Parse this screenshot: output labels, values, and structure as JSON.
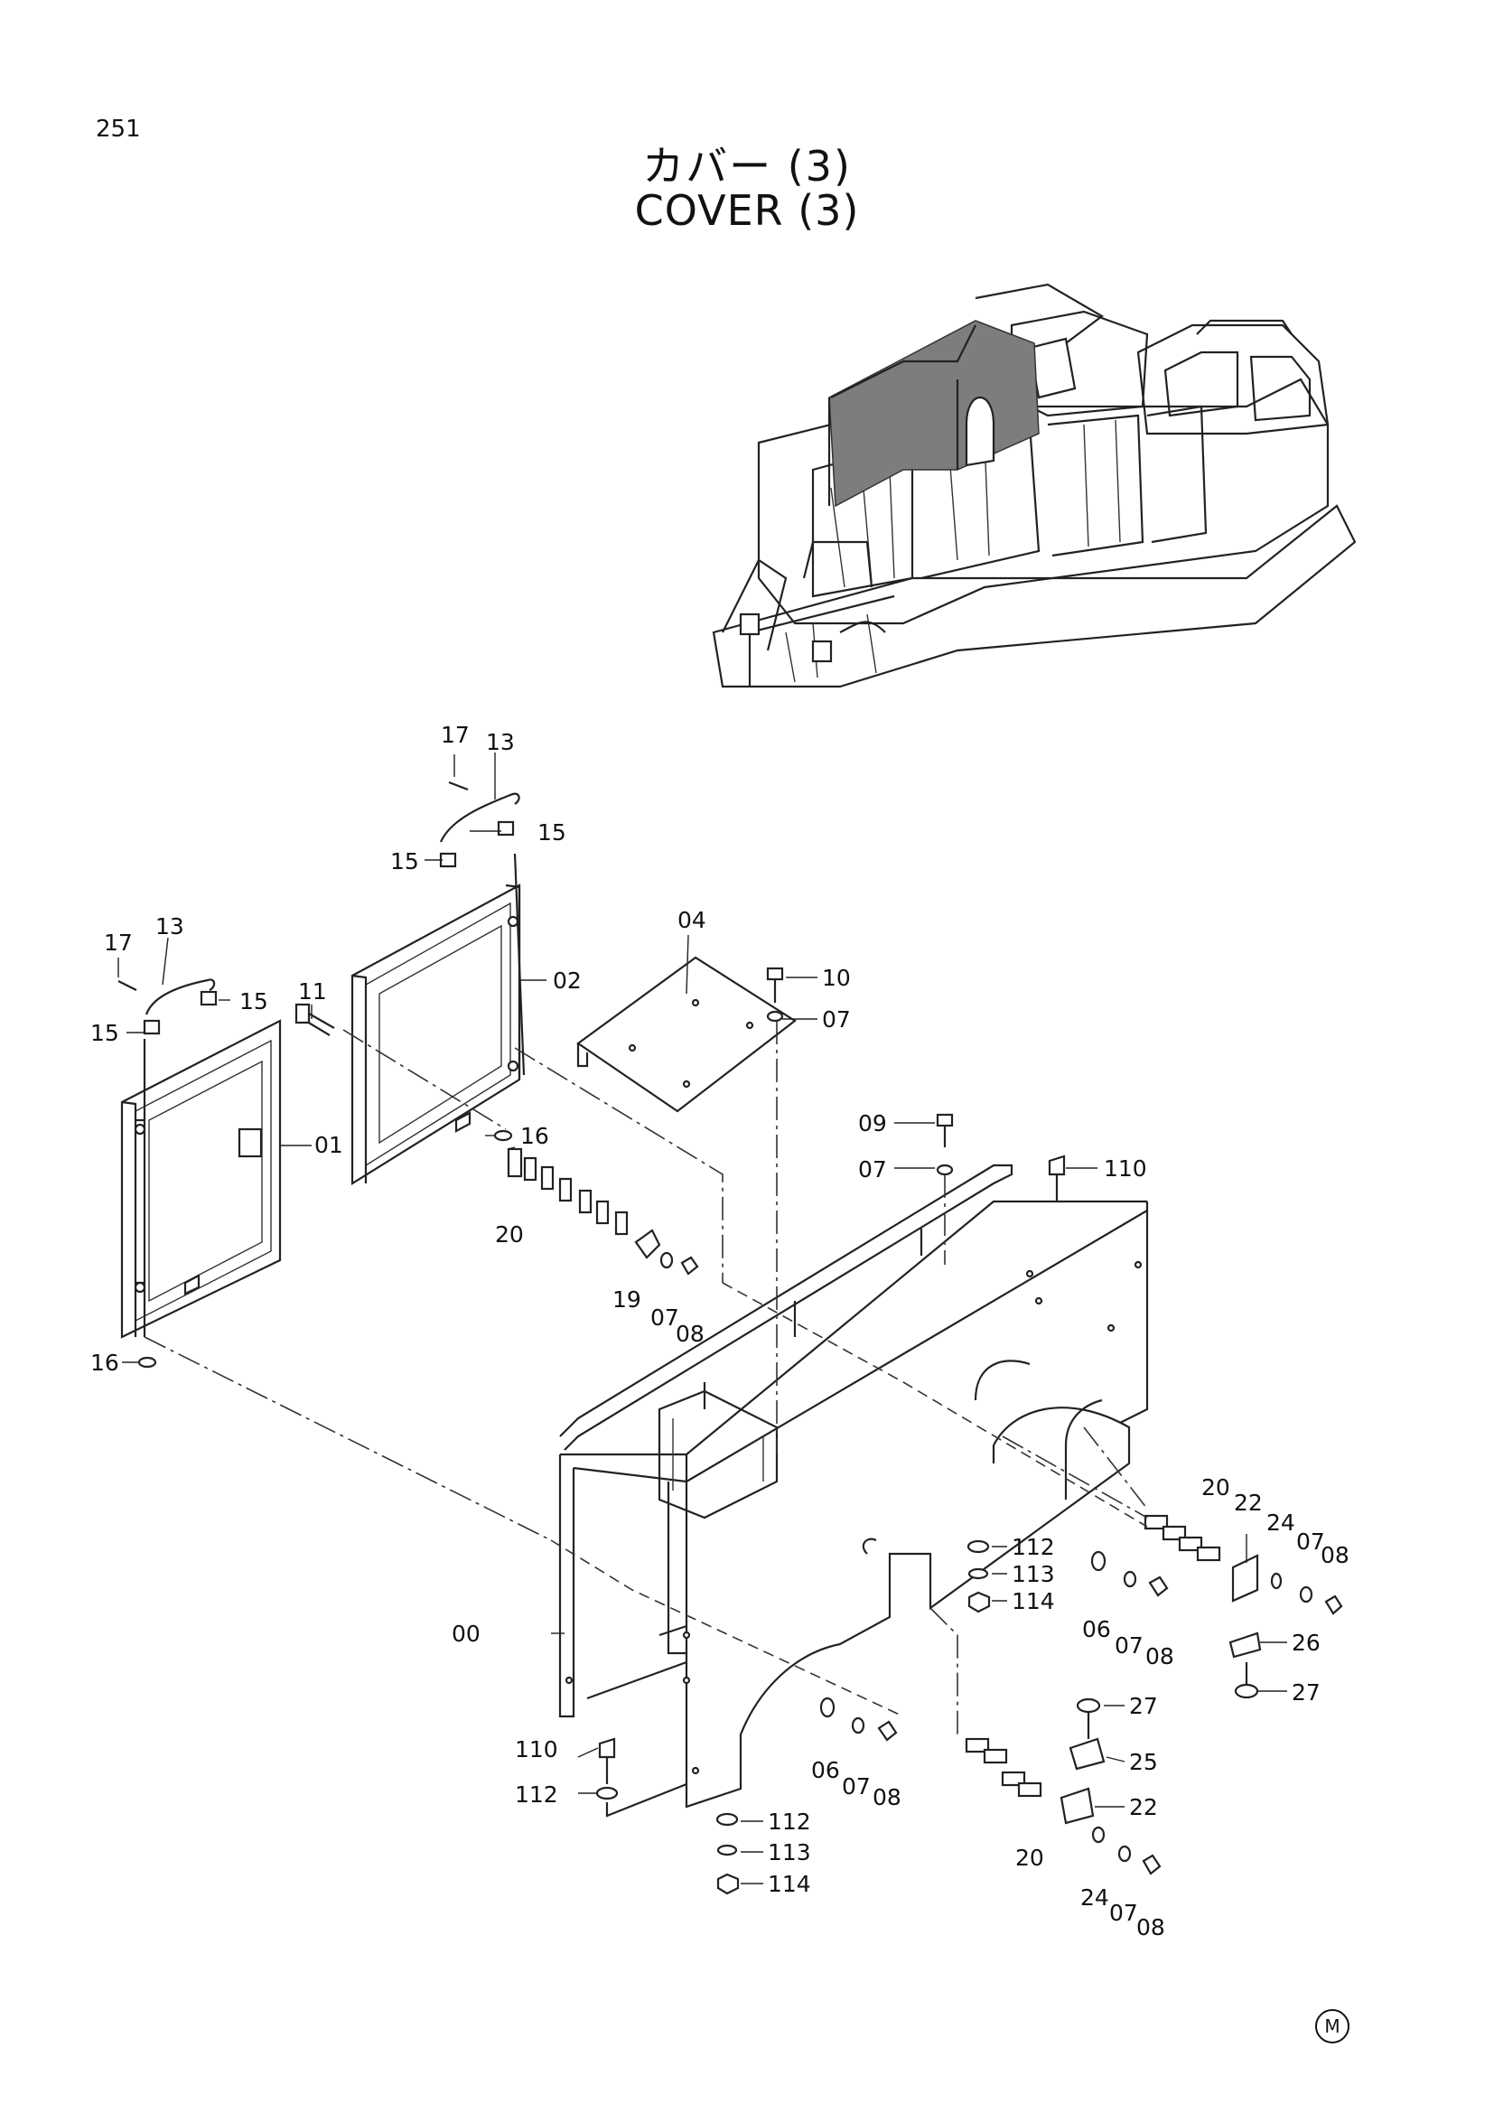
{
  "page_number": "251",
  "title_jp": "カバー (3)",
  "title_en": "COVER (3)",
  "corner_mark": "M",
  "callouts": {
    "c00": "00",
    "c01": "01",
    "c02": "02",
    "c04": "04",
    "c06a": "06",
    "c06b": "06",
    "c07a": "07",
    "c07b": "07",
    "c07c": "07",
    "c07d": "07",
    "c07e": "07",
    "c07f": "07",
    "c08a": "08",
    "c08b": "08",
    "c08c": "08",
    "c08d": "08",
    "c08e": "08",
    "c09": "09",
    "c10": "10",
    "c11": "11",
    "c13a": "13",
    "c13b": "13",
    "c15a": "15",
    "c15b": "15",
    "c15c": "15",
    "c15d": "15",
    "c16a": "16",
    "c16b": "16",
    "c17a": "17",
    "c17b": "17",
    "c19": "19",
    "c20a": "20",
    "c20b": "20",
    "c20c": "20",
    "c22a": "22",
    "c22b": "22",
    "c24a": "24",
    "c24b": "24",
    "c25": "25",
    "c26": "26",
    "c27a": "27",
    "c27b": "27",
    "c110a": "110",
    "c110b": "110",
    "c112a": "112",
    "c112b": "112",
    "c112c": "112",
    "c113a": "113",
    "c113b": "113",
    "c114a": "114",
    "c114b": "114"
  }
}
